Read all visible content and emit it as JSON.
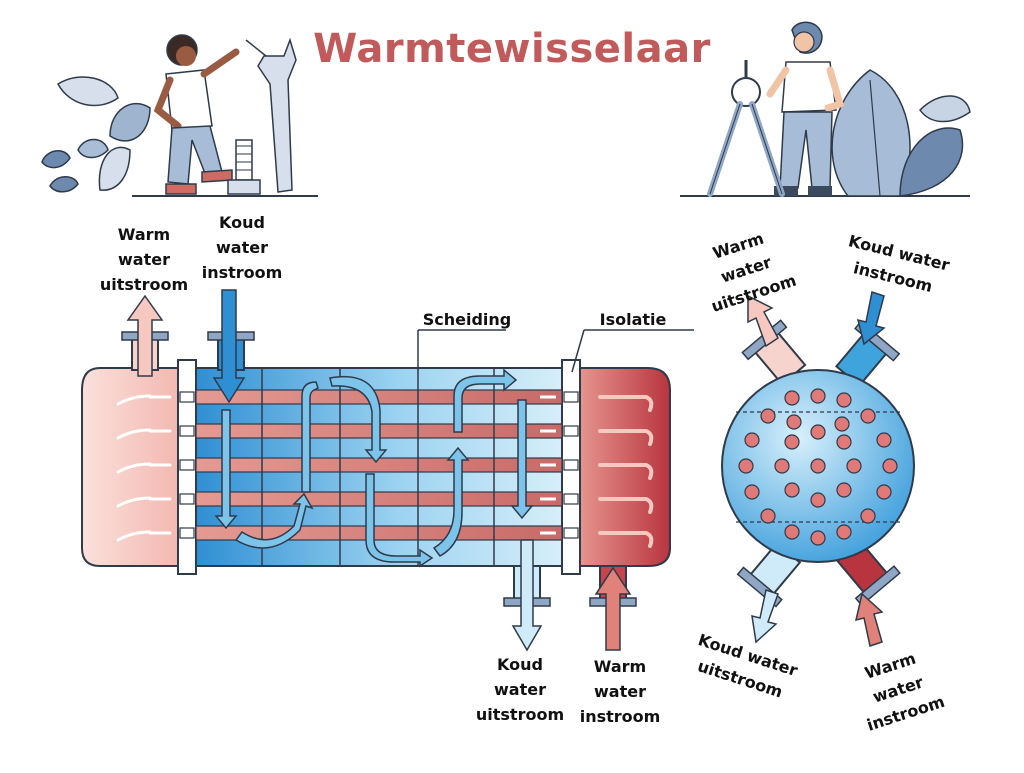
{
  "title": "Warmtewisselaar",
  "labels": {
    "warm_out_left": [
      "Warm",
      "water",
      "uitstroom"
    ],
    "cold_in_left": [
      "Koud",
      "water",
      "instroom"
    ],
    "scheiding": "Scheiding",
    "isolatie": "Isolatie",
    "cold_out_bottom": [
      "Koud",
      "water",
      "uitstroom"
    ],
    "warm_in_bottom": [
      "Warm",
      "water",
      "instroom"
    ],
    "warm_out_right": [
      "Warm",
      "water",
      "uitstroom"
    ],
    "cold_in_right": [
      "Koud water",
      "instroom"
    ],
    "cold_out_right": [
      "Koud water",
      "uitstroom"
    ],
    "warm_in_right": [
      "Warm",
      "water",
      "instroom"
    ]
  },
  "colors": {
    "title": "#c15a5a",
    "outline": "#2f3a4a",
    "cold": "#3fa4dc",
    "cold_light": "#cfeaf8",
    "warm": "#b8454a",
    "warm_light": "#f6d3cd",
    "tube": "#d9857f",
    "illustration": "#8fa6c4"
  },
  "icons": [
    "person-wrench-illustration",
    "person-compass-illustration",
    "leaf-icon"
  ]
}
